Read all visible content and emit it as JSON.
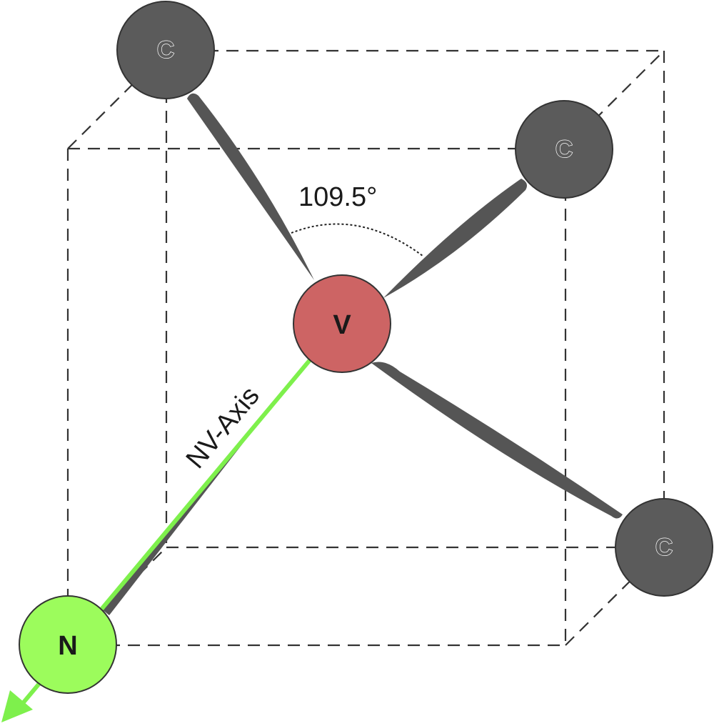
{
  "atoms": {
    "carbon_top_left": {
      "label": "C"
    },
    "carbon_right": {
      "label": "C"
    },
    "carbon_bottom_right": {
      "label": "C"
    },
    "vacancy": {
      "label": "V"
    },
    "nitrogen": {
      "label": "N"
    }
  },
  "angle_label": "109.5°",
  "axis_label": "NV-Axis",
  "colors": {
    "carbon": "#5b5b5b",
    "vacancy": "#cd6464",
    "nitrogen": "#9cfc5c",
    "bond": "#555555",
    "axis_arrow": "#7ef04c",
    "cube_edges": "#333333"
  }
}
